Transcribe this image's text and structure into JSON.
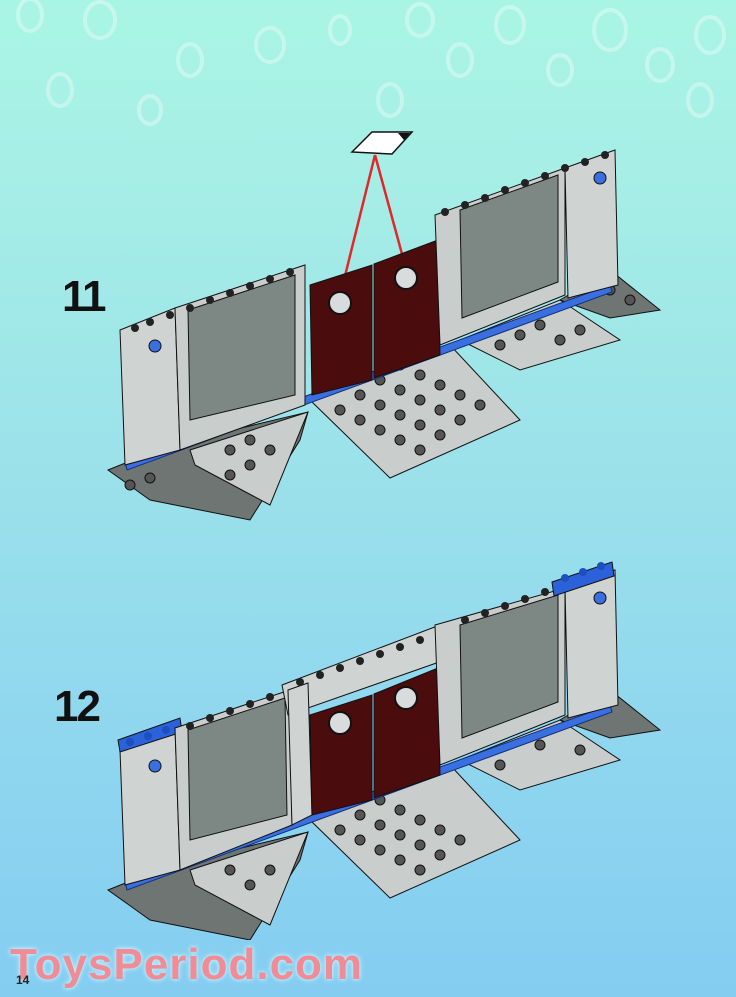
{
  "page": {
    "type": "building-instructions",
    "page_number": "14",
    "background_colors": {
      "top": "#a9f5e5",
      "bottom": "#84cdf1"
    }
  },
  "steps": [
    {
      "number": "11",
      "callout": "door-glass-window-parts",
      "pointer_color": "#e3262b",
      "door_color": "#4a0c0c"
    },
    {
      "number": "12",
      "added": "top-plates-and-bricks",
      "accent_color": "#2b62d9"
    }
  ],
  "colors": {
    "light_gray": "#cfd3d2",
    "dark_gray": "#7c8280",
    "window_glass": "#7d8784",
    "blue": "#3a6fe0",
    "dark_red": "#4a0c0c"
  },
  "watermark": {
    "text": "ToysPeriod.com"
  }
}
